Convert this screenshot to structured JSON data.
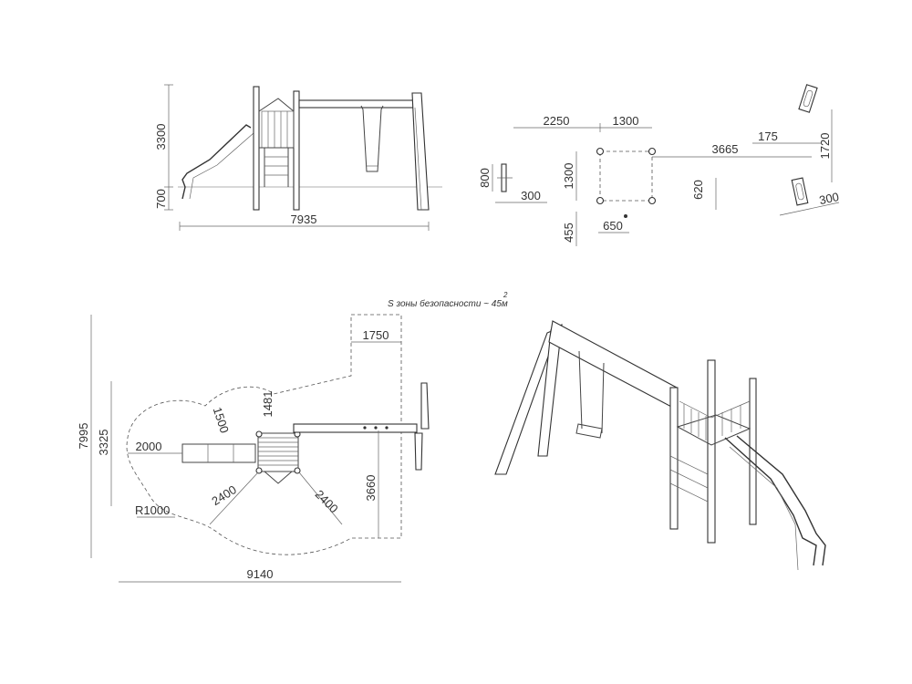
{
  "drawing": {
    "safety_zone_note": "S зоны безопасности ~ 45м",
    "safety_zone_exp": "2"
  },
  "front_view": {
    "dims": {
      "height": "3300",
      "platform_height": "700",
      "length": "7935"
    }
  },
  "anchor_plan": {
    "dims": {
      "offset_a": "2250",
      "offset_b": "1300",
      "side": "1300",
      "span": "3665",
      "swing_offset": "175",
      "swing_height": "1720",
      "swing_width": "300",
      "left_height": "800",
      "left_width": "300",
      "depth_620": "620",
      "depth_455": "455",
      "footing": "650"
    }
  },
  "top_view": {
    "dims": {
      "total_height": "7995",
      "zone_height": "3325",
      "slide_zone": "2000",
      "radius": "R1000",
      "curve_1500": "1500",
      "swing_clear": "1750",
      "clear_1481": "1481",
      "diag_left": "2400",
      "diag_right": "2400",
      "swing_depth": "3660",
      "total_width": "9140"
    }
  }
}
